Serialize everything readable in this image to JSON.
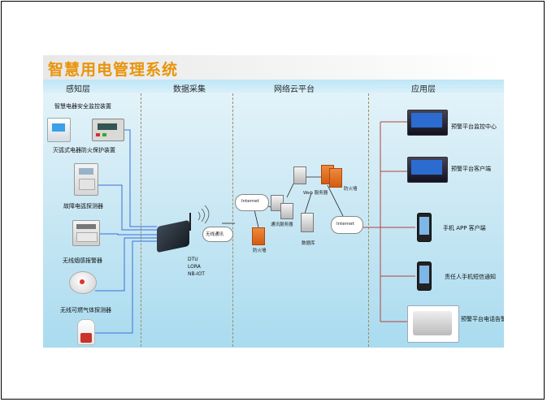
{
  "title": "智慧用电管理系统",
  "columns": {
    "perception": "感知层",
    "collection": "数据采集",
    "cloud": "网络云平台",
    "application": "应用层"
  },
  "perception_devices": [
    {
      "label": "智慧电器安全监控装置",
      "icon": "power-meter-icon"
    },
    {
      "label": "灭弧式电器防火保护装置",
      "icon": "arc-protection-icon"
    },
    {
      "label": "故障电弧探测器",
      "icon": "arc-detector-icon"
    },
    {
      "label": "无线烟感报警器",
      "icon": "smoke-detector-icon"
    },
    {
      "label": "无线可燃气体探测器",
      "icon": "gas-detector-icon"
    }
  ],
  "collection": {
    "wireless": "无线通讯",
    "protocols": [
      "DTU",
      "LORA",
      "NB-IOT"
    ]
  },
  "cloud": {
    "internet_left": "Internet",
    "internet_right": "Internet",
    "firewall_left": "防火墙",
    "firewall_right": "防火墙",
    "comm_server": "通讯服务器",
    "web_server": "Web 服务器",
    "database": "数据库"
  },
  "applications": [
    {
      "label": "预警平台监控中心",
      "icon": "desktop-computer-icon"
    },
    {
      "label": "预警平台客户端",
      "icon": "desktop-computer-icon"
    },
    {
      "label": "手机 APP 客户端",
      "icon": "smartphone-icon"
    },
    {
      "label": "责任人手机短信通知",
      "icon": "smartphone-icon"
    },
    {
      "label": "预警平台电话告警",
      "icon": "telephone-icon"
    }
  ],
  "colors": {
    "title": "#e8940a",
    "left_lines": "#3a6fd8",
    "right_lines": "#b0443e",
    "firewall": "#e8741a"
  }
}
